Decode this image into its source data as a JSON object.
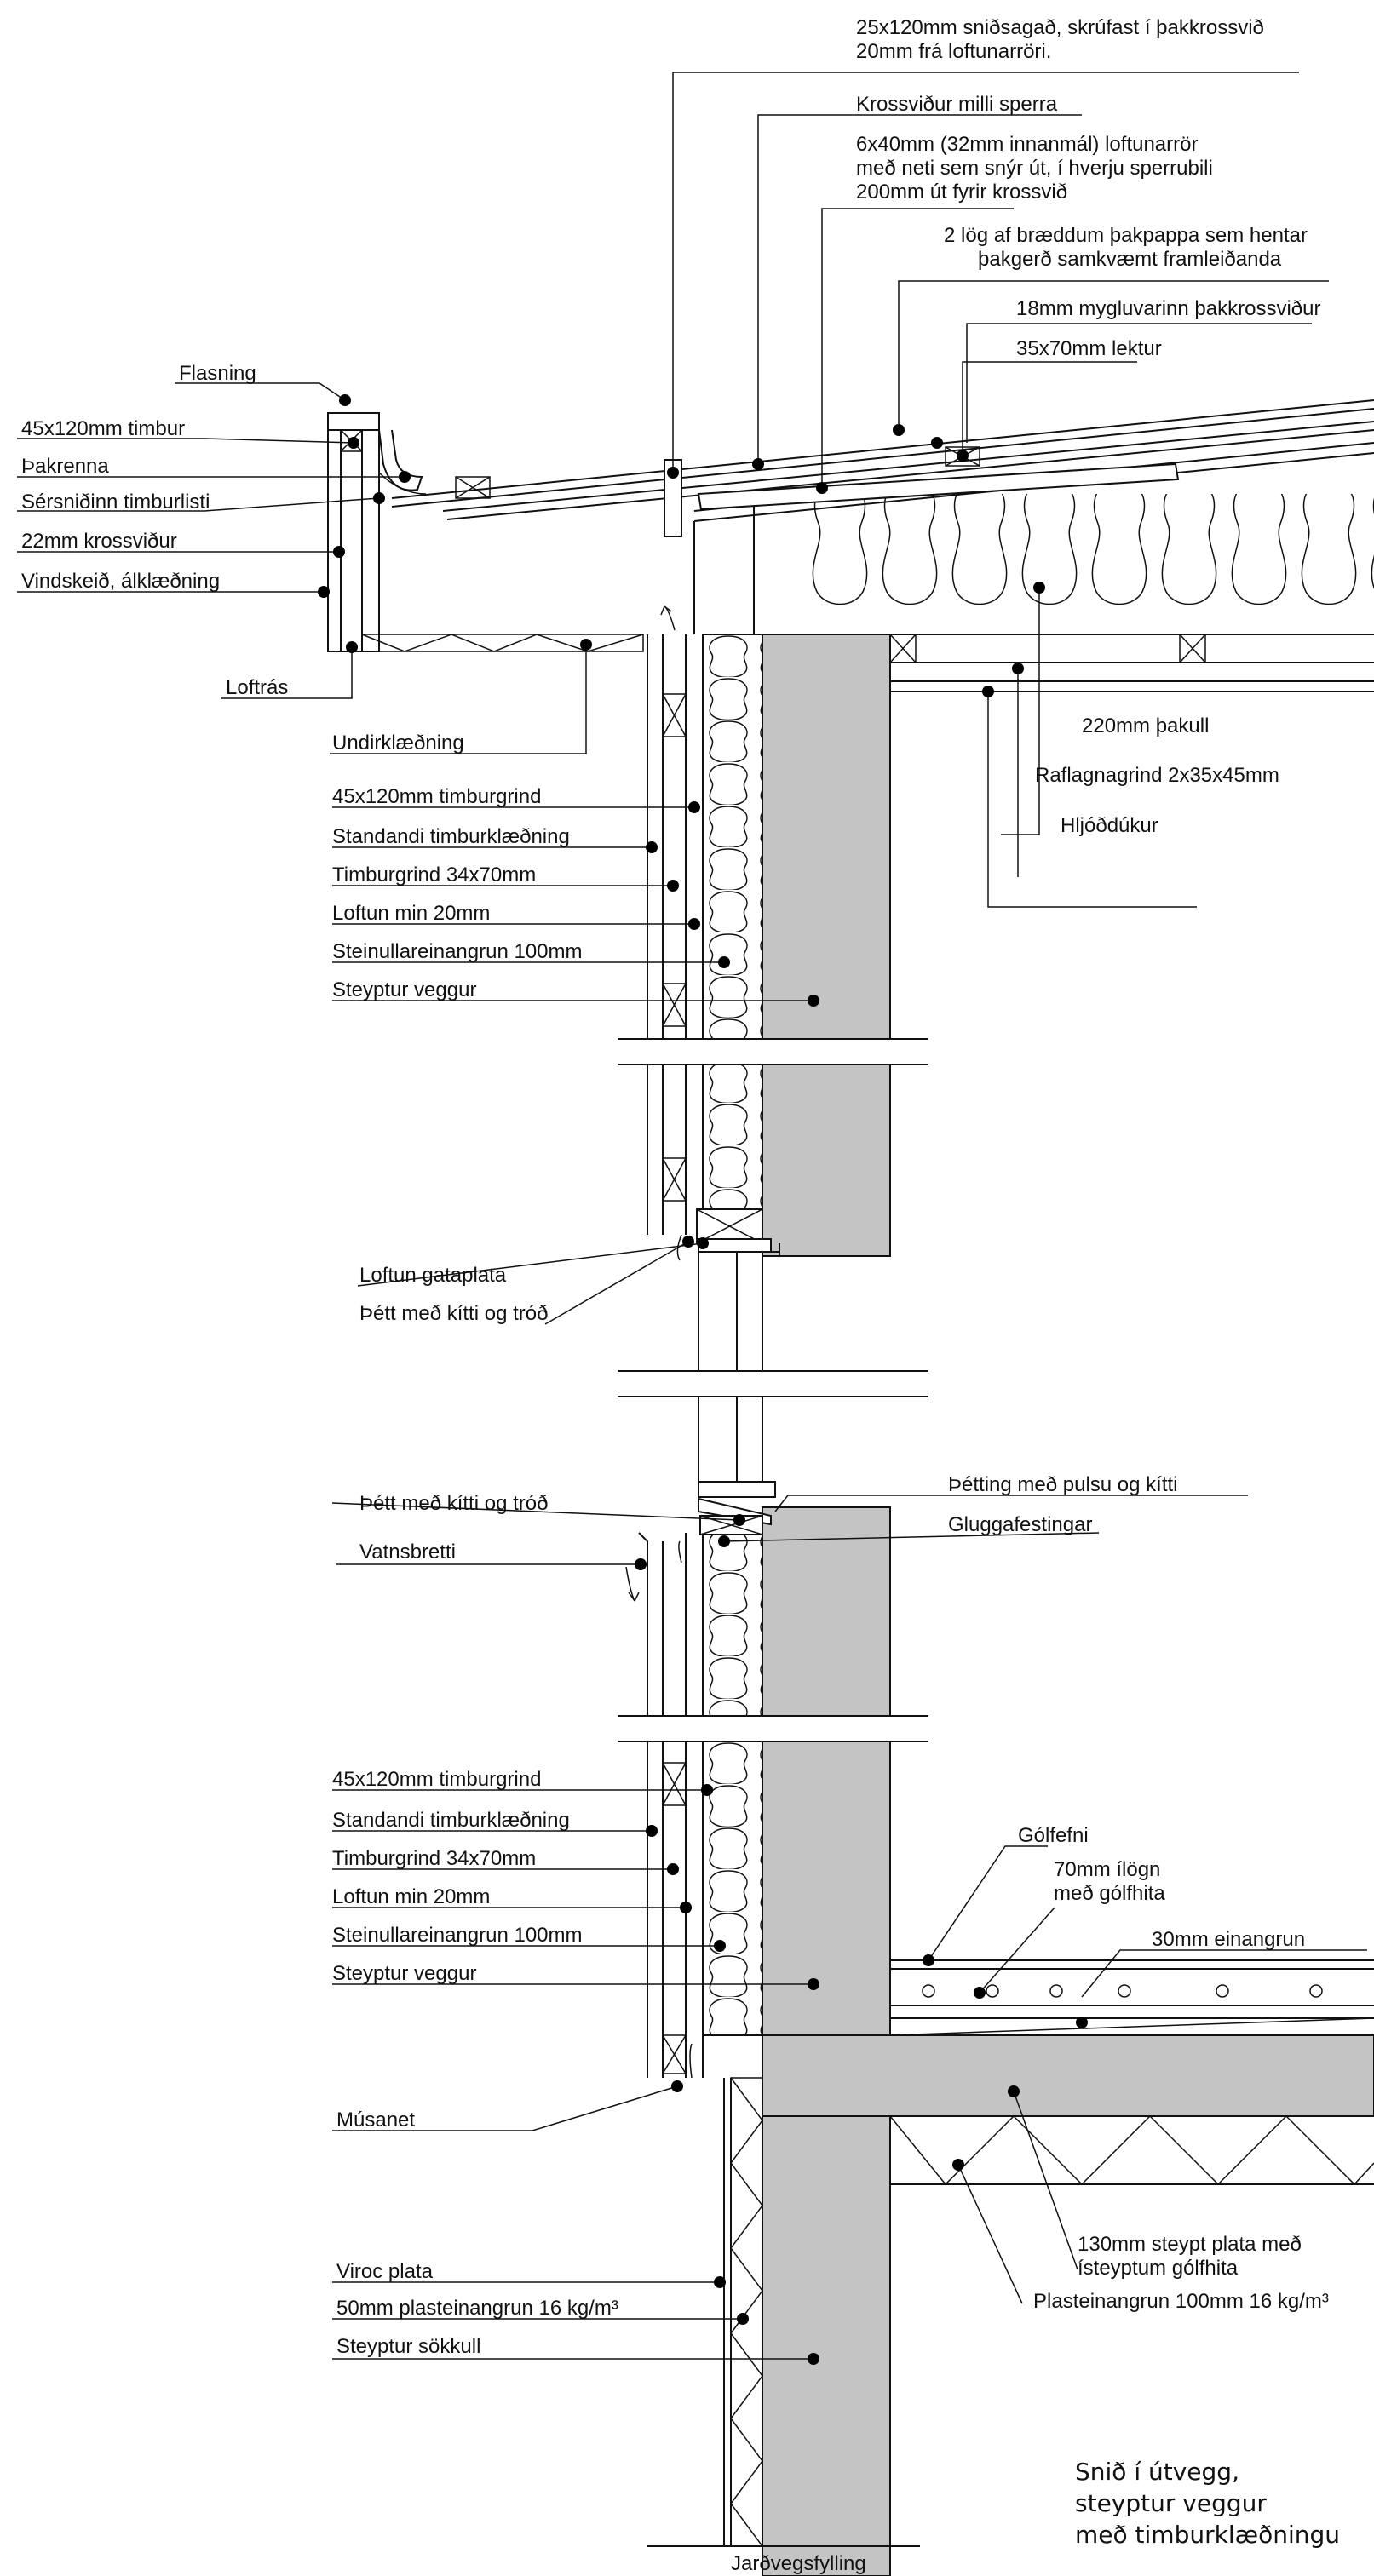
{
  "labels": {
    "sni_sagad": [
      "25x120mm sniðsagað, skrúfast í þakkrossvið",
      "20mm frá loftunarröri."
    ],
    "krossvidur_milli_sperra": [
      "Krossviður milli sperra"
    ],
    "loftunarror": [
      "6x40mm (32mm innanmál) loftunarrör",
      "með neti sem snýr út, í hverju sperrubili",
      "200mm út fyrir krossvið"
    ],
    "thakpappi": [
      "2 lög af bræddum þakpappa  sem hentar",
      "þakgerð samkvæmt framleiðanda"
    ],
    "thakkrossvidur": [
      "18mm mygluvarinn þakkrossviður"
    ],
    "lektur": [
      "35x70mm lektur"
    ],
    "flasning": [
      "Flasning"
    ],
    "timbur_45x120": [
      "45x120mm timbur"
    ],
    "thakrenna": [
      "Þakrenna"
    ],
    "timburlisti": [
      "Sérsniðinn timburlisti"
    ],
    "krossvidur_22": [
      "22mm krossviður"
    ],
    "vindskeid": [
      "Vindskeið, álklæðning"
    ],
    "loftras": [
      "Loftrás"
    ],
    "undirklaedning": [
      "Undirklæðning"
    ],
    "thakull": [
      "220mm þakull"
    ],
    "raflagnagrind": [
      "Raflagnagrind 2x35x45mm"
    ],
    "hljodukur": [
      "Hljóðdúkur"
    ],
    "upper_wall": [
      "45x120mm timburgrind",
      "Standandi timburklæðning",
      "Timburgrind 34x70mm",
      "Loftun min 20mm",
      "Steinullareinangrun 100mm",
      "Steyptur veggur"
    ],
    "loftun_gataplata": [
      "Loftun gataplata"
    ],
    "thett_upper": [
      "Þétt með kítti og tróð"
    ],
    "thett_lower": [
      "Þétt með kítti og tróð"
    ],
    "vatnsbretti": [
      "Vatnsbretti"
    ],
    "thetting_pulsu": [
      "Þétting með pulsu og kítti"
    ],
    "gluggafestingar": [
      "Gluggafestingar"
    ],
    "lower_wall": [
      "45x120mm timburgrind",
      "Standandi timburklæðning",
      "Timburgrind 34x70mm",
      "Loftun min 20mm",
      "Steinullareinangrun 100mm",
      "Steyptur veggur"
    ],
    "golfefni": [
      "Gólfefni"
    ],
    "ilogn": [
      "70mm ílögn",
      "með gólfhita"
    ],
    "einangrun_30": [
      "30mm einangrun"
    ],
    "musanet": [
      "Músanet"
    ],
    "plata_130": [
      "130mm steypt plata með",
      "ísteyptum gólfhita"
    ],
    "plasteinangrun_100": [
      "Plasteinangrun 100mm 16 kg/m³"
    ],
    "viroc": [
      "Viroc plata"
    ],
    "plasteinangrun_50": [
      "50mm plasteinangrun 16 kg/m³"
    ],
    "sokkull": [
      "Steyptur sökkull"
    ],
    "jardvegsfylling": [
      "Jarðvegsfylling"
    ],
    "title": [
      "Snið í útvegg,",
      "steyptur veggur",
      "með timburklæðningu"
    ]
  }
}
